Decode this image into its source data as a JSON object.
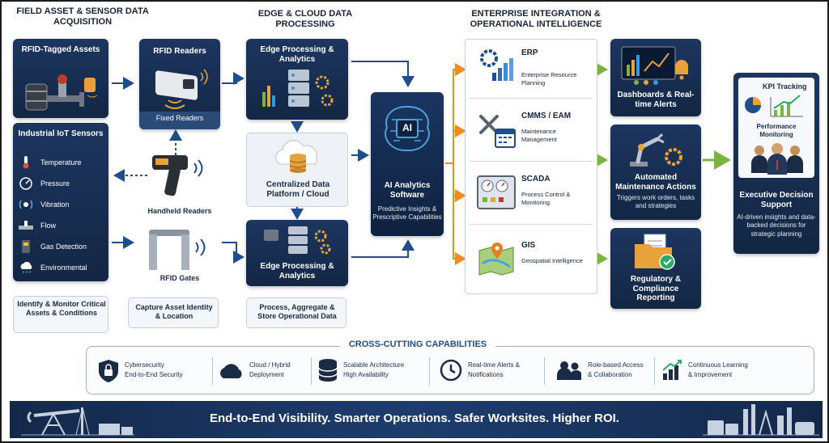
{
  "headers": {
    "field": "FIELD ASSET & SENSOR DATA ACQUISITION",
    "edge": "EDGE & CLOUD DATA PROCESSING",
    "enterprise": "ENTERPRISE INTEGRATION & OPERATIONAL INTELLIGENCE"
  },
  "field": {
    "rfid_tagged": "RFID-Tagged Assets",
    "iot_title": "Industrial IoT Sensors",
    "sensors": [
      "Temperature",
      "Pressure",
      "Vibration",
      "Flow",
      "Gas Detection",
      "Environmental"
    ],
    "caption": "Identify & Monitor Critical Assets & Conditions"
  },
  "readers": {
    "rfid_readers": "RFID Readers",
    "fixed": "Fixed Readers",
    "handheld": "Handheld Readers",
    "gates": "RFID Gates",
    "caption": "Capture Asset Identity & Location"
  },
  "edge": {
    "top": "Edge Processing & Analytics",
    "cloud": "Centralized Data Platform / Cloud",
    "bottom": "Edge Processing & Analytics",
    "caption": "Process, Aggregate & Store Operational Data"
  },
  "ai": {
    "badge": "AI",
    "title": "AI Analytics Software",
    "sub": "Predictive Insights & Prescriptive Capabilities"
  },
  "enterprise": [
    {
      "name": "ERP",
      "desc": "Enterprise Resource Planning"
    },
    {
      "name": "CMMS / EAM",
      "desc": "Maintenance Management"
    },
    {
      "name": "SCADA",
      "desc": "Process Control & Monitoring"
    },
    {
      "name": "GIS",
      "desc": "Geospatial Intelligence"
    }
  ],
  "outcomes": {
    "dashboards": "Dashboards & Real-time Alerts",
    "maint_title": "Automated Maintenance Actions",
    "maint_sub": "Triggers work orders, tasks and strategies",
    "regulatory": "Regulatory & Compliance Reporting"
  },
  "exec": {
    "kpi": "KPI Tracking",
    "perf": "Performance Monitoring",
    "title": "Executive Decision Support",
    "sub": "AI-driven insights and data-backed decisions for strategic planning"
  },
  "cross": {
    "title": "CROSS-CUTTING CAPABILITIES",
    "items": [
      {
        "l1": "Cybersecurity",
        "l2": "End-to-End Security"
      },
      {
        "l1": "Cloud / Hybrid",
        "l2": "Deployment"
      },
      {
        "l1": "Scalable Architecture",
        "l2": "High Availability"
      },
      {
        "l1": "Real-time Alerts &",
        "l2": "Notifications"
      },
      {
        "l1": "Role-based Access",
        "l2": "& Collaboration"
      },
      {
        "l1": "Continuous Learning",
        "l2": "& Improvement"
      }
    ]
  },
  "footer": "End-to-End Visibility. Smarter Operations. Safer Worksites. Higher ROI.",
  "colors": {
    "navy": "#1b3358",
    "orange": "#f08a24",
    "green": "#7bb342",
    "blue_arrow": "#1f4e8c",
    "gold": "#e8a23a"
  }
}
